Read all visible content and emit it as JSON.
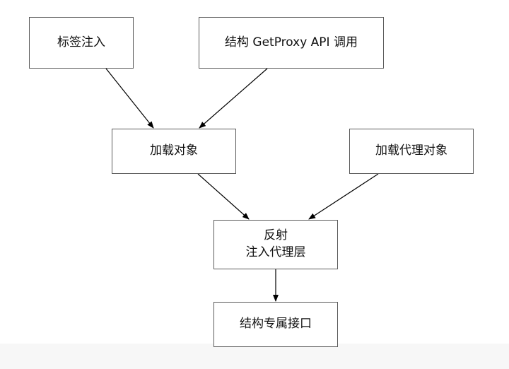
{
  "nodes": {
    "label_injection": "标签注入",
    "getproxy_call": "结构 GetProxy API 调用",
    "load_object": "加载对象",
    "load_proxy_object": "加载代理对象",
    "reflection": [
      "反射",
      "注入代理层"
    ],
    "exclusive_interface": "结构专属接口"
  },
  "edges": [
    {
      "from": "label_injection",
      "to": "load_object"
    },
    {
      "from": "getproxy_call",
      "to": "load_object"
    },
    {
      "from": "load_object",
      "to": "reflection"
    },
    {
      "from": "load_proxy_object",
      "to": "reflection"
    },
    {
      "from": "reflection",
      "to": "exclusive_interface"
    }
  ],
  "colors": {
    "box_border": "#5a5a5a",
    "arrow": "#000000",
    "text": "#111111",
    "bottom_band": "#f7f7f7"
  }
}
